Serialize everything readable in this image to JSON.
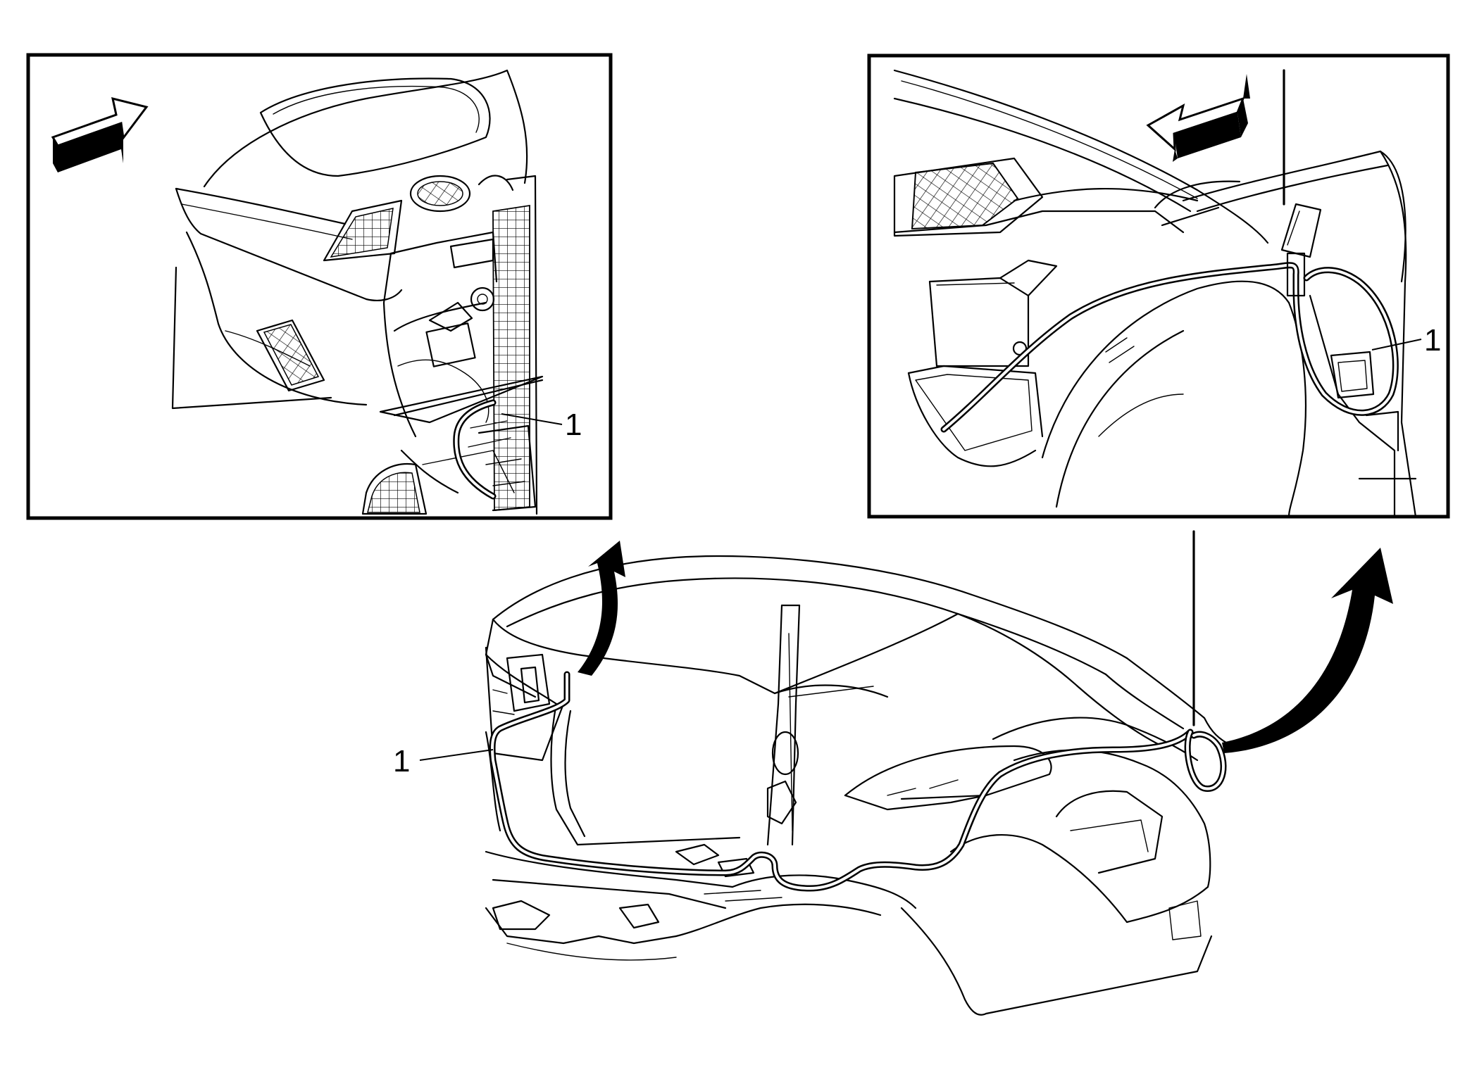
{
  "callouts": {
    "left_inset": "1",
    "right_inset": "1",
    "main_view": "1"
  }
}
